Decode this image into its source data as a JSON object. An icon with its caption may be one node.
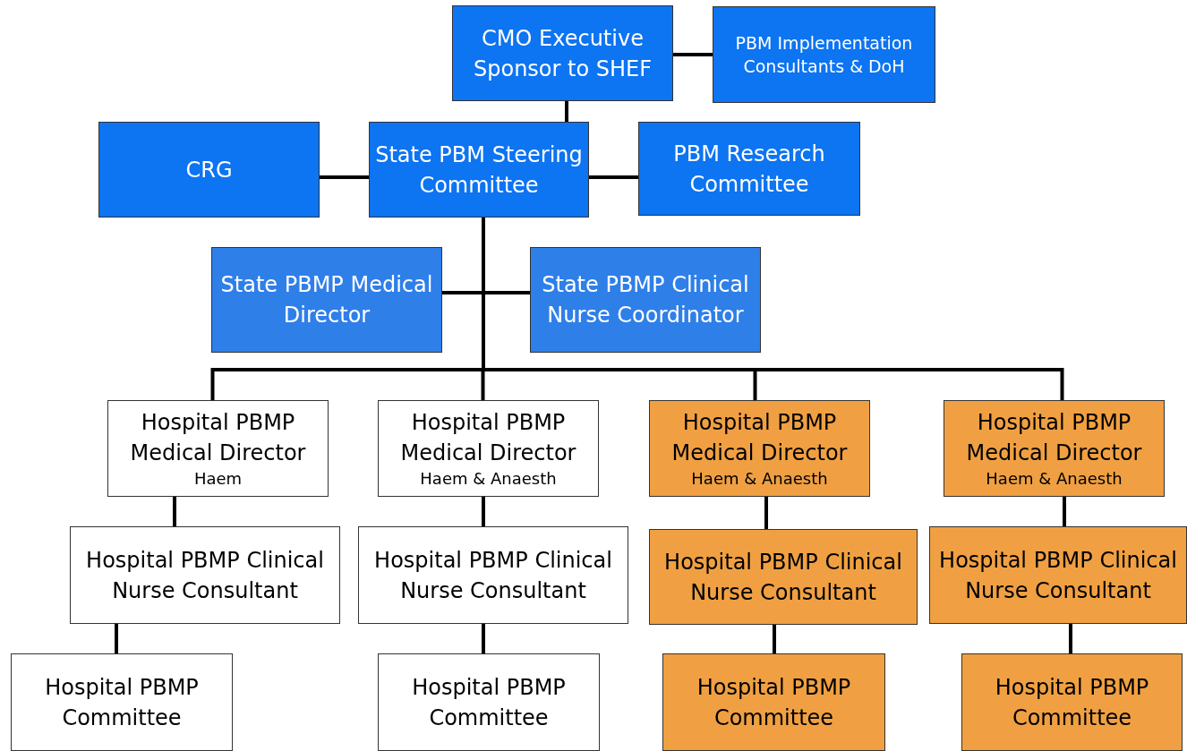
{
  "diagram": {
    "nodes": [
      {
        "text": [
          "CMO Executive Sponsor to SHEF"
        ]
      },
      {
        "text": [
          "PBM Implementation Consultants & DoH"
        ]
      },
      {
        "text": [
          "CRG"
        ]
      },
      {
        "text": [
          "State PBM Steering Committee"
        ]
      },
      {
        "text": [
          "PBM Research Committee"
        ]
      },
      {
        "text": [
          "State PBMP Medical Director"
        ]
      },
      {
        "text": [
          "State PBMP Clinical Nurse Coordinator"
        ]
      },
      {
        "text": [
          "Hospital PBMP Medical Director",
          "Haem"
        ]
      },
      {
        "text": [
          "Hospital PBMP Medical Director",
          "Haem & Anaesth"
        ]
      },
      {
        "text": [
          "Hospital PBMP Medical Director",
          "Haem & Anaesth"
        ]
      },
      {
        "text": [
          "Hospital PBMP Medical Director",
          "Haem & Anaesth"
        ]
      },
      {
        "text": [
          "Hospital PBMP Clinical Nurse Consultant"
        ]
      },
      {
        "text": [
          "Hospital PBMP Clinical Nurse Consultant"
        ]
      },
      {
        "text": [
          "Hospital PBMP Clinical Nurse Consultant"
        ]
      },
      {
        "text": [
          "Hospital PBMP Clinical Nurse Consultant"
        ]
      },
      {
        "text": [
          "Hospital PBMP Committee"
        ]
      },
      {
        "text": [
          "Hospital PBMP Committee"
        ]
      },
      {
        "text": [
          "Hospital PBMP Committee"
        ]
      },
      {
        "text": [
          "Hospital PBMP Committee"
        ]
      }
    ],
    "edges": [
      {
        "from": 0,
        "to": 1,
        "arrow": "none"
      },
      {
        "from": 0,
        "to": 3,
        "arrow": "none"
      },
      {
        "from": 3,
        "to": 2,
        "arrow": "none"
      },
      {
        "from": 3,
        "to": 4,
        "arrow": "none"
      },
      {
        "from": 3,
        "to": 5,
        "arrow": "none"
      },
      {
        "from": 3,
        "to": 6,
        "arrow": "none"
      },
      {
        "from": 3,
        "to": 7,
        "arrow": "none"
      },
      {
        "from": 3,
        "to": 8,
        "arrow": "none"
      },
      {
        "from": 3,
        "to": 9,
        "arrow": "none"
      },
      {
        "from": 3,
        "to": 10,
        "arrow": "none"
      },
      {
        "from": 7,
        "to": 11,
        "arrow": "none"
      },
      {
        "from": 8,
        "to": 12,
        "arrow": "none"
      },
      {
        "from": 9,
        "to": 13,
        "arrow": "none"
      },
      {
        "from": 10,
        "to": 14,
        "arrow": "none"
      },
      {
        "from": 11,
        "to": 15,
        "arrow": "none"
      },
      {
        "from": 12,
        "to": 16,
        "arrow": "none"
      },
      {
        "from": 13,
        "to": 17,
        "arrow": "none"
      },
      {
        "from": 14,
        "to": 18,
        "arrow": "none"
      }
    ]
  }
}
